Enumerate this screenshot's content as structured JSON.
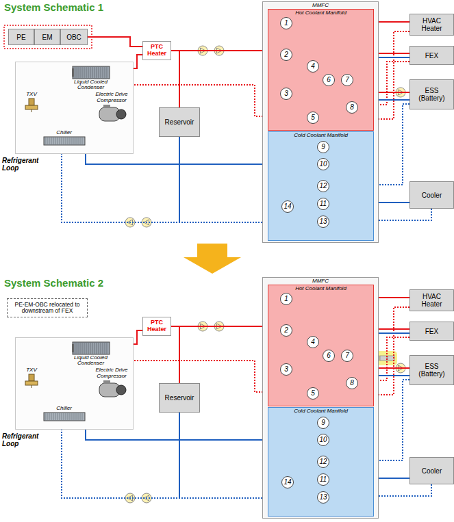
{
  "diagram": {
    "nodes": [
      {
        "text": [
          "PE"
        ]
      },
      {
        "text": [
          "EM"
        ]
      },
      {
        "text": [
          "OBC"
        ]
      },
      {
        "text": [
          "PTC Heater"
        ]
      },
      {
        "text": [
          "MMFC"
        ]
      },
      {
        "text": [
          "Hot Coolant Manifold"
        ],
        "in": 4
      },
      {
        "text": [
          "1"
        ],
        "in": 5
      },
      {
        "text": [
          "2"
        ],
        "in": 5
      },
      {
        "text": [
          "3"
        ],
        "in": 5
      },
      {
        "text": [
          "4"
        ],
        "in": 5
      },
      {
        "text": [
          "5"
        ],
        "in": 5
      },
      {
        "text": [
          "6"
        ],
        "in": 5
      },
      {
        "text": [
          "7"
        ],
        "in": 5
      },
      {
        "text": [
          "8"
        ],
        "in": 5
      },
      {
        "text": [
          "Cold Coolant Manifold"
        ],
        "in": 4
      },
      {
        "text": [
          "9"
        ],
        "in": 14
      },
      {
        "text": [
          "10"
        ],
        "in": 14
      },
      {
        "text": [
          "11"
        ],
        "in": 14
      },
      {
        "text": [
          "12"
        ],
        "in": 14
      },
      {
        "text": [
          "13"
        ],
        "in": 14
      },
      {
        "text": [
          "14"
        ],
        "in": 14
      },
      {
        "text": [
          "HVAC Heater"
        ]
      },
      {
        "text": [
          "FEX"
        ]
      },
      {
        "text": [
          "ESS (Battery)"
        ]
      },
      {
        "text": [
          "Reservoir"
        ]
      },
      {
        "text": [
          "Refrigerant Loop"
        ]
      },
      {
        "text": [
          "Liquid Cooled Condenser"
        ],
        "in": 25
      },
      {
        "text": [
          "Electric Drive Compressor"
        ],
        "in": 25
      },
      {
        "text": [
          "TXV"
        ],
        "in": 25
      },
      {
        "text": [
          "Chiller"
        ],
        "in": 25
      },
      {
        "text": [
          "Cooler"
        ]
      },
      {
        "text": [
          "PE-EM-OBC relocated to downstream of FEX"
        ]
      },
      {
        "text": [
          "PTC Heater"
        ]
      },
      {
        "text": [
          "MMFC"
        ]
      },
      {
        "text": [
          "Hot Coolant Manifold"
        ],
        "in": 33
      },
      {
        "text": [
          "1"
        ],
        "in": 34
      },
      {
        "text": [
          "2"
        ],
        "in": 34
      },
      {
        "text": [
          "3"
        ],
        "in": 34
      },
      {
        "text": [
          "4"
        ],
        "in": 34
      },
      {
        "text": [
          "5"
        ],
        "in": 34
      },
      {
        "text": [
          "6"
        ],
        "in": 34
      },
      {
        "text": [
          "7"
        ],
        "in": 34
      },
      {
        "text": [
          "8"
        ],
        "in": 34
      },
      {
        "text": [
          "Cold Coolant Manifold"
        ],
        "in": 33
      },
      {
        "text": [
          "9"
        ],
        "in": 43
      },
      {
        "text": [
          "10"
        ],
        "in": 43
      },
      {
        "text": [
          "11"
        ],
        "in": 43
      },
      {
        "text": [
          "12"
        ],
        "in": 43
      },
      {
        "text": [
          "13"
        ],
        "in": 43
      },
      {
        "text": [
          "14"
        ],
        "in": 43
      },
      {
        "text": [
          "HVAC Heater"
        ]
      },
      {
        "text": [
          "FEX"
        ]
      },
      {
        "text": [
          "ESS (Battery)"
        ]
      },
      {
        "text": [
          "Reservoir"
        ]
      },
      {
        "text": [
          "Refrigerant Loop"
        ]
      },
      {
        "text": [
          "Liquid Cooled Condenser"
        ],
        "in": 54
      },
      {
        "text": [
          "Electric Drive Compressor"
        ],
        "in": 54
      },
      {
        "text": [
          "TXV"
        ],
        "in": 54
      },
      {
        "text": [
          "Chiller"
        ],
        "in": 54
      },
      {
        "text": [
          "Cooler"
        ]
      }
    ],
    "edges": [
      {
        "from": 2,
        "to": 3,
        "arrow": "none"
      },
      {
        "from": 26,
        "to": 3,
        "arrow": "none"
      },
      {
        "from": 3,
        "to": 6,
        "arrow": "none"
      },
      {
        "from": 6,
        "to": 21,
        "arrow": "none"
      },
      {
        "from": 7,
        "to": 22,
        "arrow": "none"
      },
      {
        "from": 8,
        "to": 23,
        "arrow": "none"
      },
      {
        "from": 7,
        "to": 9,
        "arrow": "none"
      },
      {
        "from": 9,
        "to": 11,
        "arrow": "none"
      },
      {
        "from": 9,
        "to": 12,
        "arrow": "none"
      },
      {
        "from": 12,
        "to": 13,
        "arrow": "none"
      },
      {
        "from": 11,
        "to": 10,
        "arrow": "none"
      },
      {
        "from": 21,
        "to": 10,
        "arrow": "none"
      },
      {
        "from": 22,
        "to": 13,
        "arrow": "none"
      },
      {
        "from": 10,
        "to": 26,
        "arrow": "none"
      },
      {
        "from": 23,
        "to": 18,
        "arrow": "none"
      },
      {
        "from": 15,
        "to": 22,
        "arrow": "none"
      },
      {
        "from": 16,
        "to": 23,
        "arrow": "none"
      },
      {
        "from": 17,
        "to": 30,
        "arrow": "none"
      },
      {
        "from": 30,
        "to": 19,
        "arrow": "none"
      },
      {
        "from": 29,
        "to": 16,
        "arrow": "none"
      },
      {
        "from": 19,
        "to": 29,
        "arrow": "none"
      },
      {
        "from": 18,
        "to": 20,
        "arrow": "none"
      },
      {
        "from": 3,
        "to": 24,
        "arrow": "none"
      },
      {
        "from": 26,
        "to": 28,
        "arrow": "to"
      },
      {
        "from": 28,
        "to": 29,
        "arrow": "to"
      },
      {
        "from": 29,
        "to": 27,
        "arrow": "to"
      },
      {
        "from": 27,
        "to": 26,
        "arrow": "to"
      },
      {
        "from": 55,
        "to": 32,
        "arrow": "none"
      },
      {
        "from": 32,
        "to": 35,
        "arrow": "none"
      },
      {
        "from": 35,
        "to": 50,
        "arrow": "none"
      },
      {
        "from": 36,
        "to": 51,
        "arrow": "none"
      },
      {
        "from": 37,
        "to": 52,
        "arrow": "none"
      },
      {
        "from": 36,
        "to": 38,
        "arrow": "none"
      },
      {
        "from": 38,
        "to": 40,
        "arrow": "none"
      },
      {
        "from": 38,
        "to": 41,
        "arrow": "none"
      },
      {
        "from": 41,
        "to": 42,
        "arrow": "none"
      },
      {
        "from": 40,
        "to": 39,
        "arrow": "none"
      },
      {
        "from": 50,
        "to": 39,
        "arrow": "none"
      },
      {
        "from": 51,
        "to": 42,
        "arrow": "none"
      },
      {
        "from": 39,
        "to": 55,
        "arrow": "none"
      },
      {
        "from": 52,
        "to": 47,
        "arrow": "none"
      },
      {
        "from": 44,
        "to": 51,
        "arrow": "none"
      },
      {
        "from": 45,
        "to": 52,
        "arrow": "none"
      },
      {
        "from": 46,
        "to": 59,
        "arrow": "none"
      },
      {
        "from": 59,
        "to": 48,
        "arrow": "none"
      },
      {
        "from": 58,
        "to": 45,
        "arrow": "none"
      },
      {
        "from": 48,
        "to": 58,
        "arrow": "none"
      },
      {
        "from": 47,
        "to": 49,
        "arrow": "none"
      },
      {
        "from": 32,
        "to": 53,
        "arrow": "none"
      },
      {
        "from": 55,
        "to": 57,
        "arrow": "to"
      },
      {
        "from": 57,
        "to": 58,
        "arrow": "to"
      },
      {
        "from": 58,
        "to": 56,
        "arrow": "to"
      },
      {
        "from": 56,
        "to": 55,
        "arrow": "to"
      }
    ],
    "labels": [
      "System Schematic 1",
      "System Schematic 2"
    ]
  }
}
